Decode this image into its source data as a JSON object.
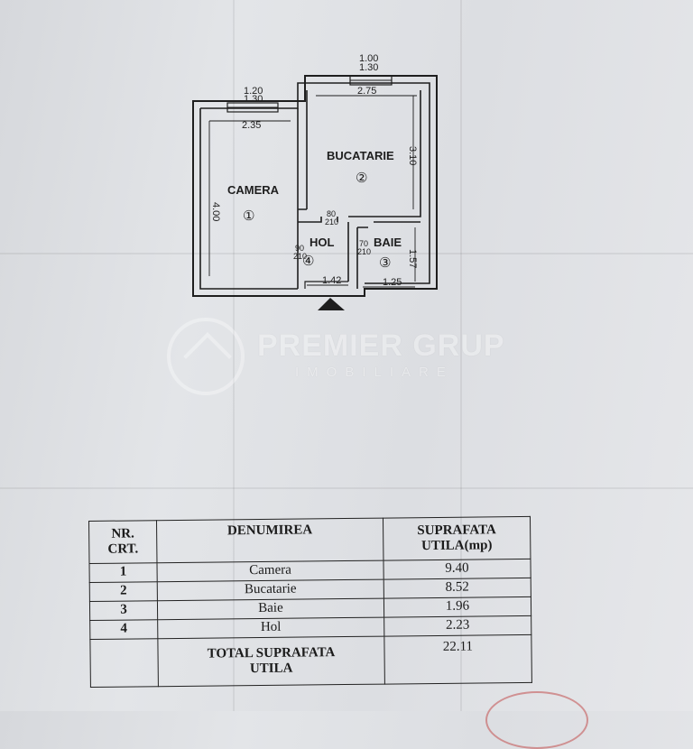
{
  "plan": {
    "rooms": [
      {
        "name": "CAMERA",
        "number": "①"
      },
      {
        "name": "BUCATARIE",
        "number": "②"
      },
      {
        "name": "BAIE",
        "number": "③"
      },
      {
        "name": "HOL",
        "number": "④"
      }
    ],
    "dimensions": {
      "window_left_top": "1.20",
      "window_left_bottom": "1.30",
      "window_right_top": "1.00",
      "window_right_bottom": "1.30",
      "camera_width": "2.35",
      "camera_height": "4.00",
      "bucatarie_width": "2.75",
      "bucatarie_height": "3.10",
      "door_kitchen_top": "80",
      "door_kitchen_bottom": "210",
      "door_room_top": "90",
      "door_room_bottom": "210",
      "door_bath_top": "70",
      "door_bath_bottom": "210",
      "hol_width": "1.42",
      "baie_width": "1.25",
      "baie_height": "1.57"
    }
  },
  "watermark": {
    "name": "PREMIER GRUP",
    "subtitle": "IMOBILIARE"
  },
  "table": {
    "headers": {
      "crt_line1": "NR.",
      "crt_line2": "CRT.",
      "name": "DENUMIREA",
      "area_line1": "SUPRAFATA",
      "area_line2": "UTILA(mp)"
    },
    "rows": [
      {
        "crt": "1",
        "name": "Camera",
        "area": "9.40"
      },
      {
        "crt": "2",
        "name": "Bucatarie",
        "area": "8.52"
      },
      {
        "crt": "3",
        "name": "Baie",
        "area": "1.96"
      },
      {
        "crt": "4",
        "name": "Hol",
        "area": "2.23"
      }
    ],
    "total": {
      "label_line1": "TOTAL SUPRAFATA",
      "label_line2": "UTILA",
      "value": "22.11"
    }
  },
  "colors": {
    "ink": "#1e1e1e",
    "paper": "#dfe1e4",
    "stamp": "#c45a5a"
  }
}
